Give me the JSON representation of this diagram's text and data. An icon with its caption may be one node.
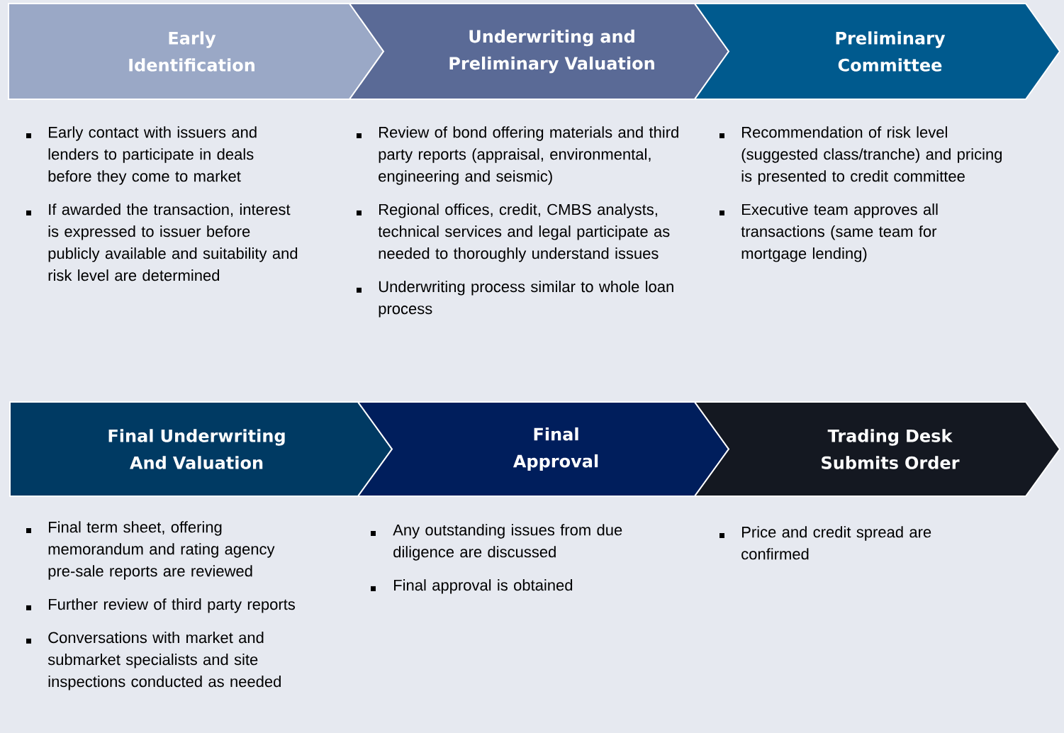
{
  "diagram": {
    "nodes": [
      {
        "text": [
          "Early Identification"
        ],
        "beside": [
          "Early contact with issuers and lenders to participate in deals before they come to market",
          "If awarded the transaction, interest is expressed to issuer before publicly available and suitability and risk level are determined"
        ]
      },
      {
        "text": [
          "Underwriting and Preliminary Valuation"
        ],
        "beside": [
          "Review of bond offering materials and third party reports (appraisal, environmental, engineering and seismic)",
          "Regional offices, credit, CMBS analysts, technical services and legal participate as needed to thoroughly understand issues",
          "Underwriting process similar to whole loan process"
        ]
      },
      {
        "text": [
          "Preliminary Committee"
        ],
        "beside": [
          "Recommendation of risk level (suggested class/tranche) and pricing is presented to credit committee",
          "Executive team approves all transactions (same team for mortgage lending)"
        ]
      },
      {
        "text": [
          "Final Underwriting And Valuation"
        ],
        "beside": [
          "Final term sheet, offering memorandum and rating agency pre-sale reports are reviewed",
          "Further review of third party reports",
          "Conversations with market and submarket specialists and site inspections conducted as needed"
        ]
      },
      {
        "text": [
          "Final Approval"
        ],
        "beside": [
          "Any outstanding issues from due diligence are discussed",
          "Final approval is obtained"
        ]
      },
      {
        "text": [
          "Trading Desk Submits Order"
        ],
        "beside": [
          "Price and credit spread are confirmed"
        ]
      }
    ]
  }
}
